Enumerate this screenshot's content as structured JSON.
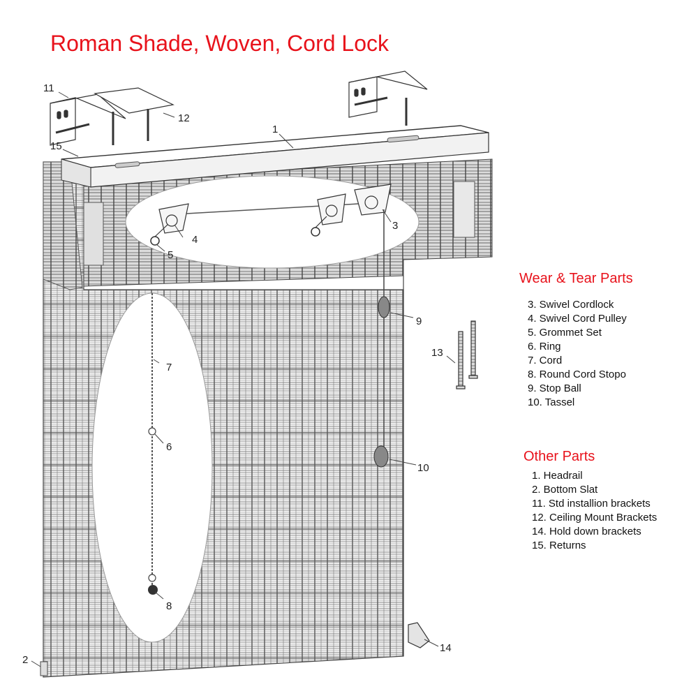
{
  "title": "Roman Shade, Woven, Cord Lock",
  "callouts": {
    "c1": "1",
    "c2": "2",
    "c3": "3",
    "c4": "4",
    "c5": "5",
    "c6": "6",
    "c7": "7",
    "c8": "8",
    "c9": "9",
    "c10": "10",
    "c11": "11",
    "c12": "12",
    "c13": "13",
    "c14": "14",
    "c15": "15"
  },
  "wear_parts": {
    "heading": "Wear & Tear Parts",
    "items": [
      "3. Swivel Cordlock",
      "4. Swivel Cord Pulley",
      "5. Grommet Set",
      "6. Ring",
      "7. Cord",
      "8. Round Cord Stopo",
      "9. Stop Ball",
      "10. Tassel"
    ]
  },
  "other_parts": {
    "heading": "Other Parts",
    "items": [
      "1. Headrail",
      "2. Bottom Slat",
      "11. Std installion brackets",
      "12. Ceiling Mount Brackets",
      "14. Hold down  brackets",
      "15. Returns"
    ]
  },
  "colors": {
    "accent": "#e8121b",
    "line": "#444444"
  }
}
